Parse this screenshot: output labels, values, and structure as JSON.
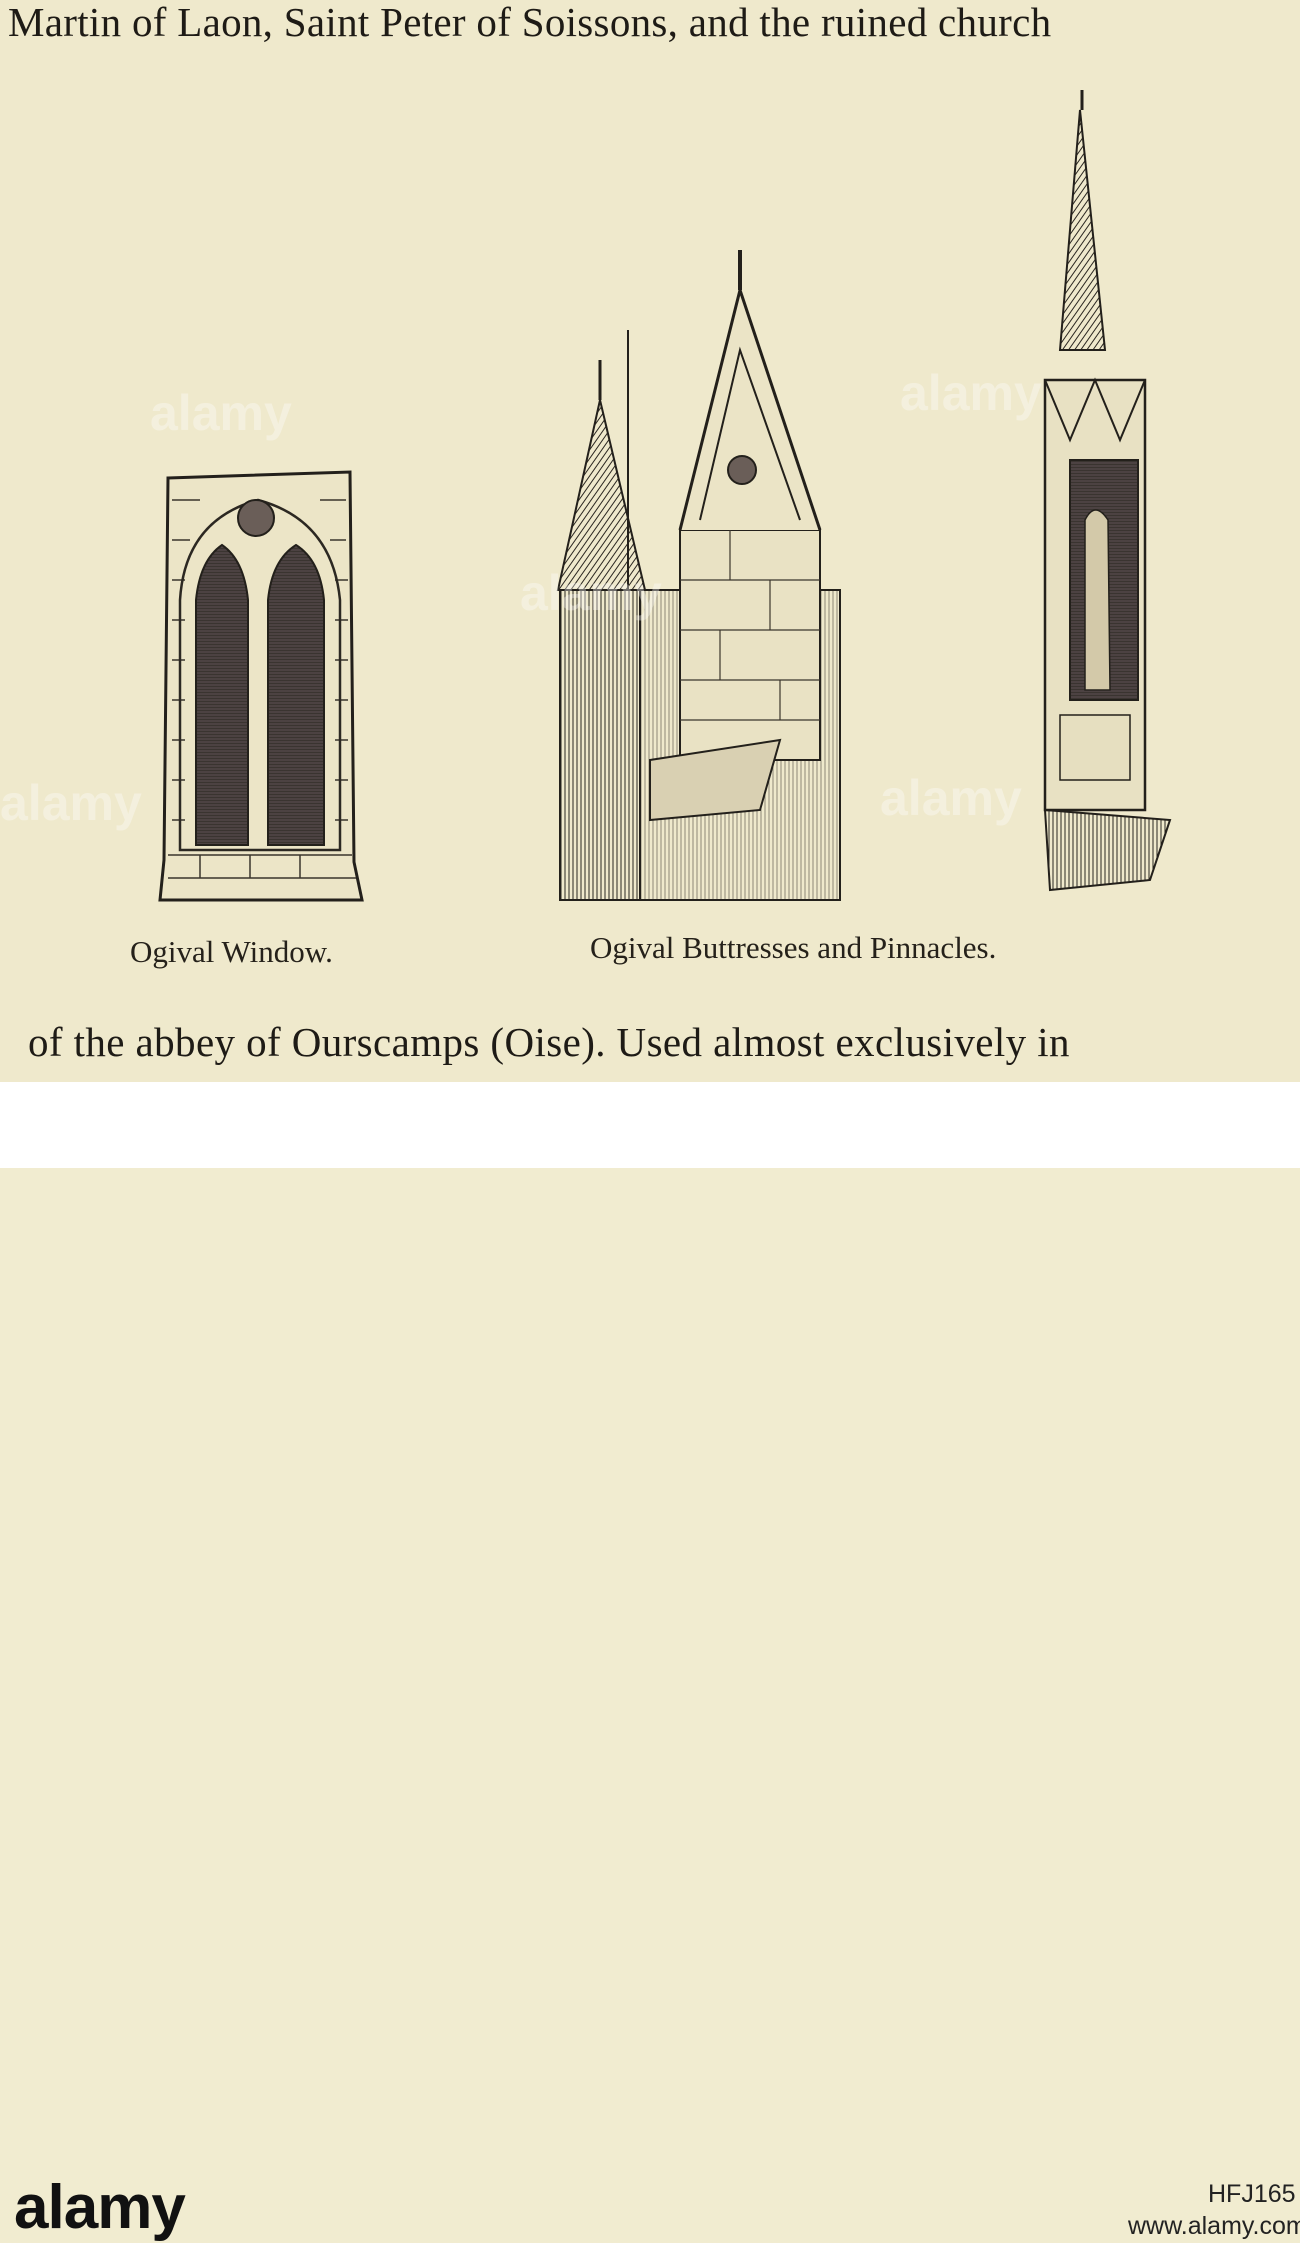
{
  "document": {
    "top_line": "Martin of Laon, Saint Peter of Soissons, and the ruined church",
    "caption_left": "Ogival Window.",
    "caption_right": "Ogival Buttresses and Pinnacles.",
    "bottom_line": "of the abbey of Ourscamps (Oise).  Used almost exclusively in"
  },
  "watermark": {
    "text": "alamy"
  },
  "footer": {
    "logo": "alamy",
    "image_id": "HFJ165",
    "url": "www.alamy.com"
  },
  "colors": {
    "paper": "#efe9cc",
    "ink": "#1e1b16"
  },
  "icons": [
    "window-illustration",
    "buttress-illustration",
    "pinnacle-illustration"
  ]
}
